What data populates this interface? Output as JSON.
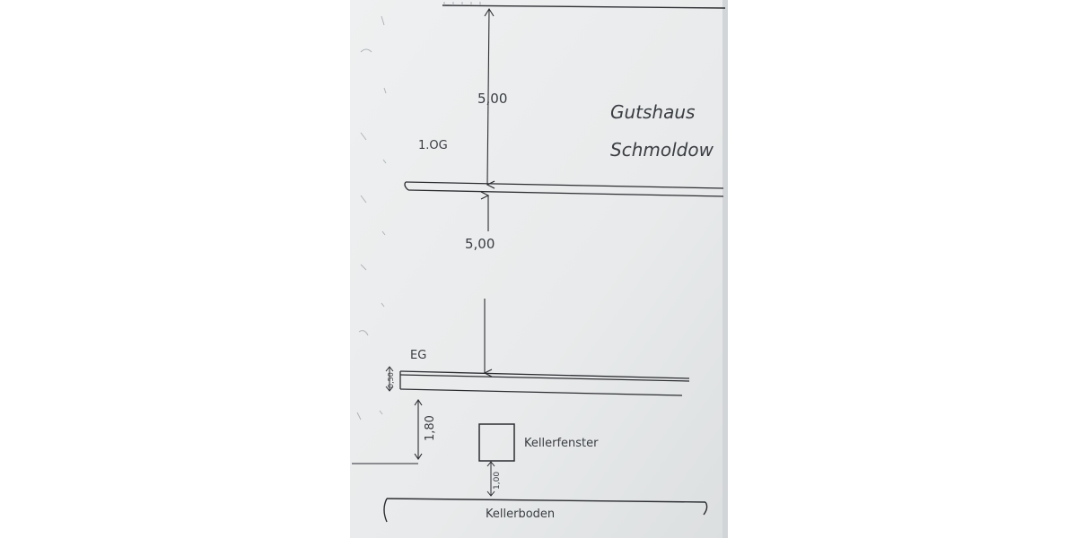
{
  "title": {
    "line1": "Gutshaus",
    "line2": "Schmoldow"
  },
  "floors": {
    "upper": "1.OG",
    "ground": "EG",
    "basement_floor": "Kellerboden"
  },
  "dimensions": {
    "upper_height": "5,00",
    "ground_height": "5,00",
    "slab": "0,50",
    "window_offset": "1,80",
    "window_sill": "1,00"
  },
  "window": {
    "label": "Kellerfenster"
  },
  "colors": {
    "paper": "#e9ebec",
    "ink": "#2b2d31",
    "background": "#ffffff"
  }
}
